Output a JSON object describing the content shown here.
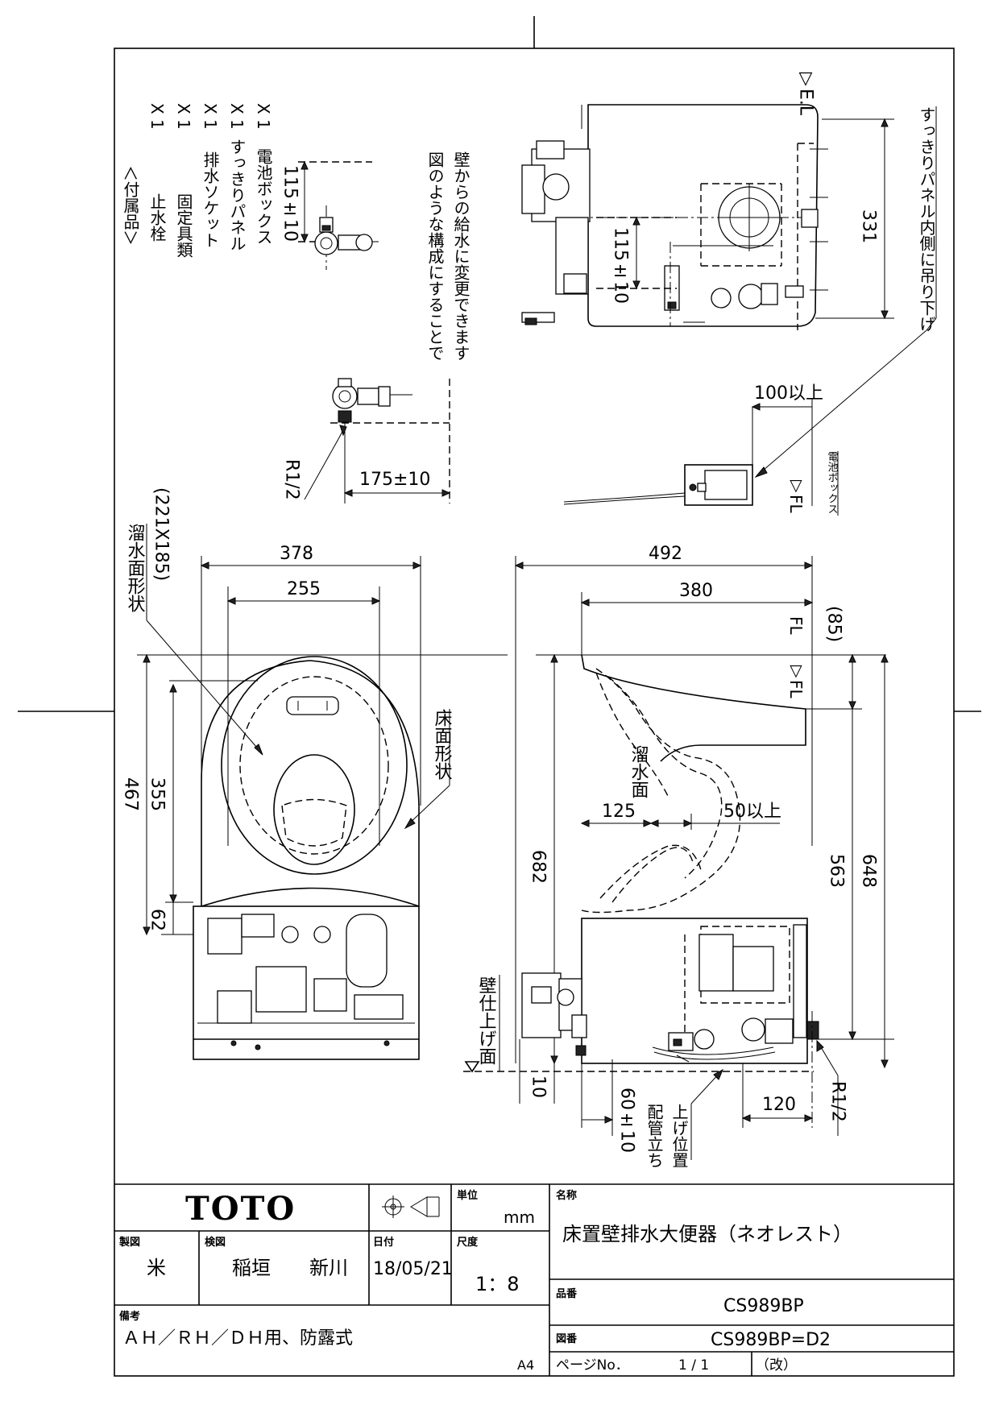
{
  "accessories": {
    "header": "＜付属品＞",
    "items": [
      {
        "name": "止水栓",
        "qty": "X 1"
      },
      {
        "name": "固定具類",
        "qty": "X 1"
      },
      {
        "name": "排水ソケット",
        "qty": "X 1"
      },
      {
        "name": "すっきりパネル",
        "qty": "X 1"
      },
      {
        "name": "電池ボックス",
        "qty": "X 1"
      }
    ]
  },
  "notes": {
    "wall_supply_1": "図のような構成にすることで",
    "wall_supply_2": "壁からの給水に変更できます",
    "hang_note": "すっきりパネル内側に吊り下げ",
    "battery_box": "電池ボックス",
    "rim_shape": "溜水面形状",
    "floor_shape": "床面形状",
    "water_surface": "溜水面",
    "wall_finish": "壁仕上げ面",
    "pipe_position_1": "配管立ち",
    "pipe_position_2": "上げ位置"
  },
  "levels": {
    "el": "▽E.L",
    "fl": "▽FL",
    "fl_small": "▽FL",
    "fl_side": "FL"
  },
  "dimensions": {
    "d115a": "115±10",
    "d115b": "115±10",
    "d331": "331",
    "d100": "100以上",
    "d175": "175±10",
    "r12a": "R1/2",
    "r12b": "R1/2",
    "rim_size": "(221X185)",
    "d378": "378",
    "d255": "255",
    "d492": "492",
    "d380": "380",
    "d85": "(85)",
    "d467": "467",
    "d355": "355",
    "d62": "62",
    "d682": "682",
    "d648": "648",
    "d563": "563",
    "d125": "125",
    "d50": "50以上",
    "d10": "10",
    "d60": "60±10",
    "d120": "120"
  },
  "title_block": {
    "logo": "TOTO",
    "unit_label": "単位",
    "unit_value": "mm",
    "name_label": "名称",
    "product_name": "床置壁排水大便器（ネオレスト）",
    "drawn_label": "製図",
    "drawn_by": "米",
    "checked_label": "検図",
    "checked_by_1": "稲垣",
    "checked_by_2": "新川",
    "date_label": "日付",
    "date": "18/05/21",
    "scale_label": "尺度",
    "scale": "1：8",
    "part_no_label": "品番",
    "part_no": "CS989BP",
    "remarks_label": "備考",
    "remarks": "ＡＨ／ＲＨ／ＤＨ用、防露式",
    "drawing_no_label": "図番",
    "drawing_no": "CS989BP=D2",
    "paper_size": "A4",
    "page_label": "ページNo．",
    "page": "1 / 1",
    "revision": "（改）"
  },
  "colors": {
    "line": "#000000",
    "background": "#ffffff"
  }
}
